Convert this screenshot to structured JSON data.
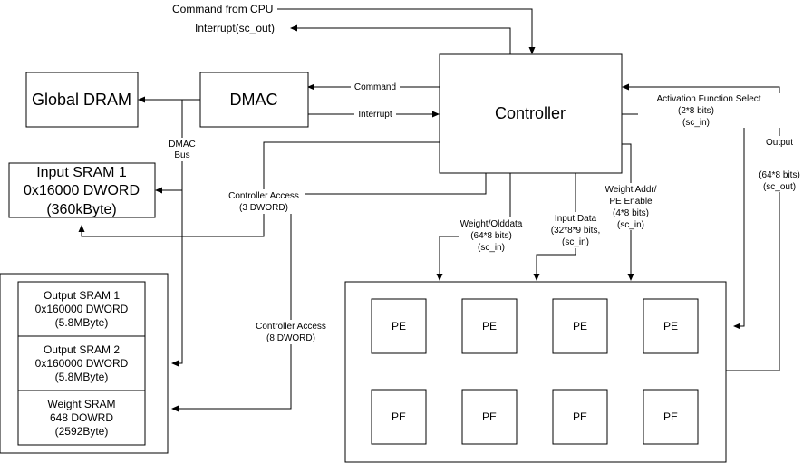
{
  "blocks": {
    "global_dram": "Global DRAM",
    "dmac": "DMAC",
    "controller": "Controller",
    "input_sram": [
      "Input SRAM 1",
      "0x16000 DWORD",
      "(360kByte)"
    ],
    "output_sram_1": [
      "Output SRAM 1",
      "0x160000 DWORD",
      "(5.8MByte)"
    ],
    "output_sram_2": [
      "Output SRAM 2",
      "0x160000 DWORD",
      "(5.8MByte)"
    ],
    "weight_sram": [
      "Weight SRAM",
      "648 DOWRD",
      "(2592Byte)"
    ],
    "pe_label": "PE"
  },
  "signals": {
    "command_from_cpu": "Command from CPU",
    "interrupt_sc_out": "Interrupt(sc_out)",
    "command": "Command",
    "interrupt": "Interrupt",
    "dmac_bus": [
      "DMAC",
      "Bus"
    ],
    "controller_access_3": [
      "Controller Access",
      "(3 DWORD)"
    ],
    "controller_access_8": [
      "Controller Access",
      "(8 DWORD)"
    ],
    "activation_function_select": [
      "Activation Function Select",
      "(2*8 bits)",
      "(sc_in)"
    ],
    "output": [
      "Output",
      "(64*8 bits)",
      "(sc_out)"
    ],
    "weight_olddata": [
      "Weight/Olddata",
      "(64*8 bits)",
      "(sc_in)"
    ],
    "input_data": [
      "Input Data",
      "(32*8*9 bits,",
      "(sc_in)"
    ],
    "weight_addr": [
      "Weight Addr/",
      "PE Enable",
      "(4*8 bits)",
      "(sc_in)"
    ]
  }
}
